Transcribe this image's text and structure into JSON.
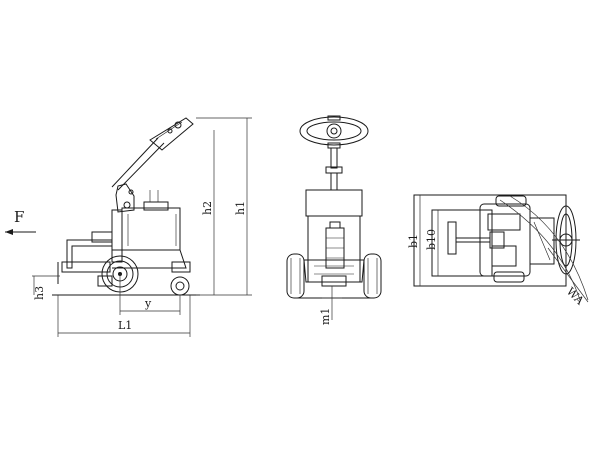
{
  "labels": {
    "force": "F",
    "h3": "h3",
    "y": "y",
    "l1": "L1",
    "h2": "h2",
    "h1": "h1",
    "m1": "m1",
    "b1": "b1",
    "b10": "b10",
    "wa": "WA"
  }
}
